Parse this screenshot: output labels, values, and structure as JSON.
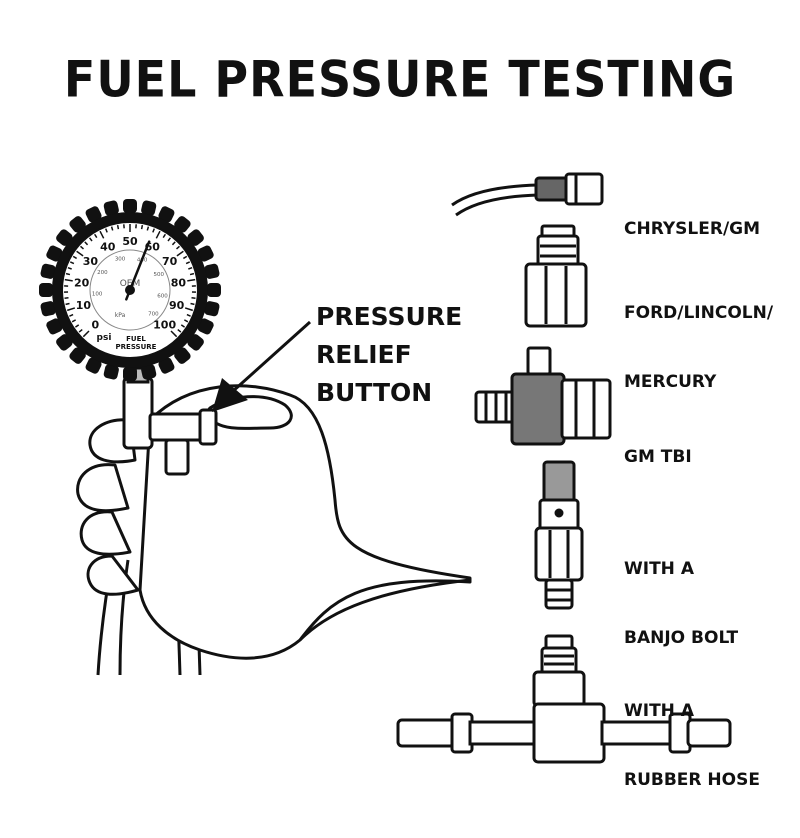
{
  "title": "FUEL PRESSURE TESTING",
  "callout": {
    "line1": "PRESSURE",
    "line2": "RELIEF",
    "line3": "BUTTON"
  },
  "adapters": [
    {
      "line1": "CHRYSLER/GM",
      "line2": ""
    },
    {
      "line1": "FORD/LINCOLN/",
      "line2": "MERCURY"
    },
    {
      "line1": "GM TBI",
      "line2": ""
    },
    {
      "line1": "WITH A",
      "line2": "BANJO BOLT"
    },
    {
      "line1": "WITH A",
      "line2": "RUBBER HOSE"
    }
  ],
  "gauge": {
    "brand": "OEM",
    "psi_unit": "psi",
    "kpa_unit": "kPa",
    "label_line1": "FUEL",
    "label_line2": "PRESSURE",
    "psi_ticks": [
      "0",
      "10",
      "20",
      "30",
      "40",
      "50",
      "60",
      "70",
      "80",
      "90",
      "100"
    ],
    "kpa_ticks": [
      "100",
      "200",
      "300",
      "400",
      "500",
      "600",
      "700"
    ],
    "needle_psi": 58
  }
}
